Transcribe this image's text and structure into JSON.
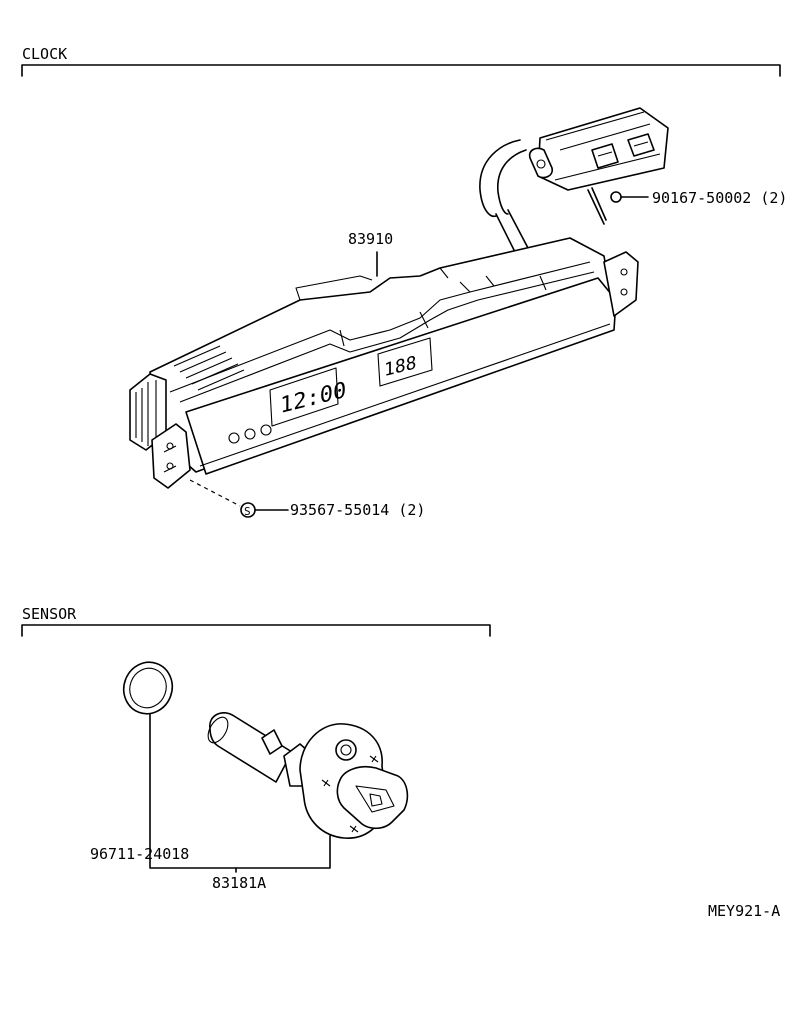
{
  "sections": {
    "clock": "CLOCK",
    "sensor": "SENSOR"
  },
  "parts": {
    "clock_assembly": "83910",
    "clock_screw": "90167-50002 (2)",
    "clock_screw_std": "93567-55014 (2)",
    "sensor_oring": "96711-24018",
    "sensor_unit": "83181A"
  },
  "display": {
    "time": "12:00",
    "segments": "188"
  },
  "std_part_symbol": "S",
  "drawing_id": "MEY921-A"
}
